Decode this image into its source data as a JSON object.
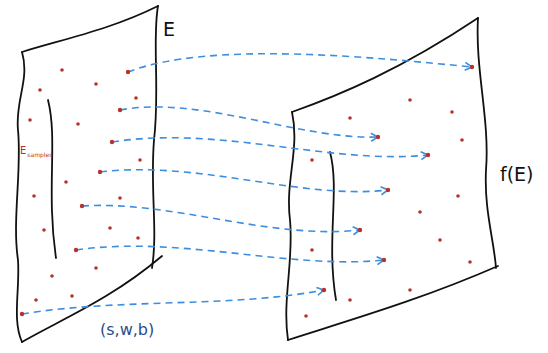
{
  "diagram": {
    "labels": [
      "E",
      "E",
      "samples",
      "f(E)",
      "(s,w,b)"
    ]
  }
}
